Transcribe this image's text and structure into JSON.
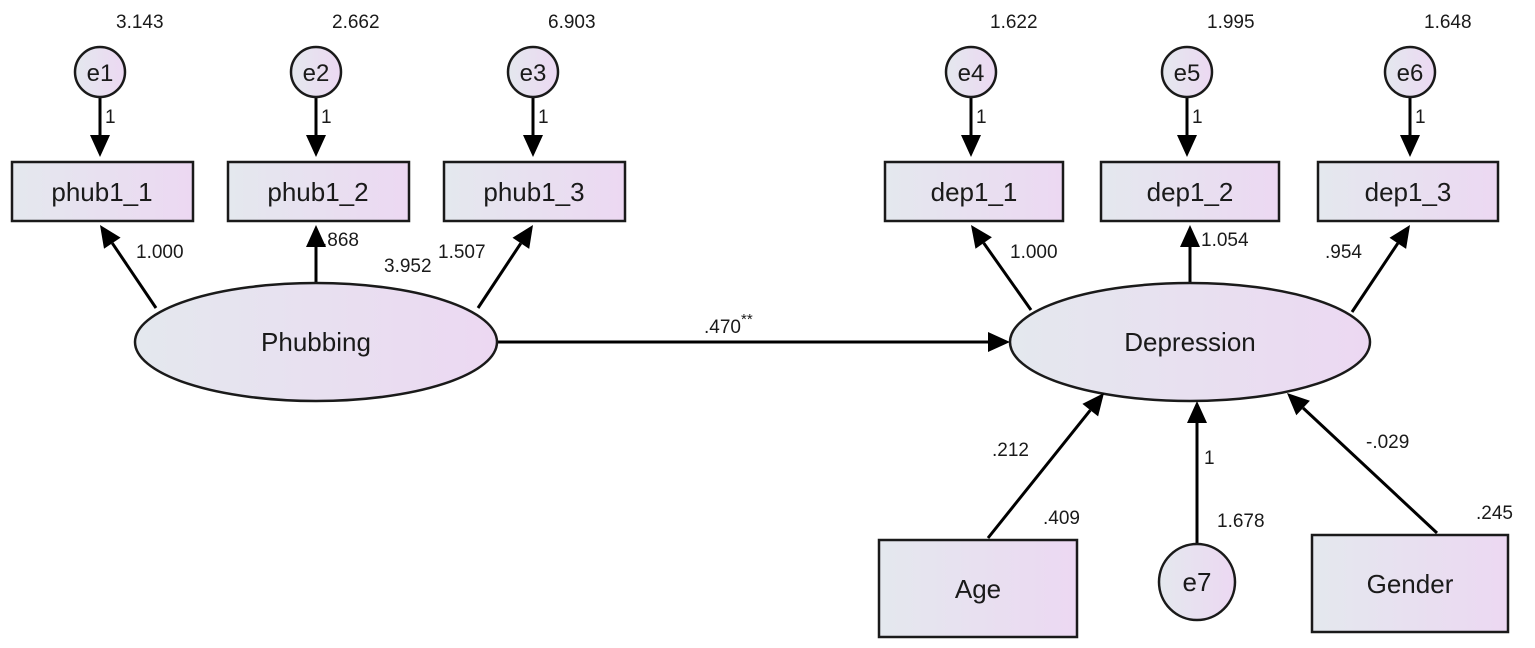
{
  "observed": {
    "phub1_1": "phub1_1",
    "phub1_2": "phub1_2",
    "phub1_3": "phub1_3",
    "dep1_1": "dep1_1",
    "dep1_2": "dep1_2",
    "dep1_3": "dep1_3",
    "age": "Age",
    "gender": "Gender"
  },
  "latent": {
    "phubbing": "Phubbing",
    "depression": "Depression"
  },
  "errors": {
    "e1": "e1",
    "e2": "e2",
    "e3": "e3",
    "e4": "e4",
    "e5": "e5",
    "e6": "e6",
    "e7": "e7"
  },
  "variances": {
    "e1": "3.143",
    "e2": "2.662",
    "e3": "6.903",
    "e4": "1.622",
    "e5": "1.995",
    "e6": "1.648",
    "e7": "1.678",
    "phubbing": "3.952",
    "age": ".409",
    "gender": ".245"
  },
  "fixed_paths": {
    "e1": "1",
    "e2": "1",
    "e3": "1",
    "e4": "1",
    "e5": "1",
    "e6": "1",
    "e7": "1"
  },
  "loadings": {
    "phub1_1": "1.000",
    "phub1_2": ".868",
    "phub1_3": "1.507",
    "dep1_1": "1.000",
    "dep1_2": "1.054",
    "dep1_3": ".954"
  },
  "structural": {
    "phubbing_depression": ".470",
    "phubbing_depression_sig": "**",
    "age_depression": ".212",
    "gender_depression": "-.029"
  },
  "colors": {
    "fill_start": "#e4e8ee",
    "fill_end": "#ecd8f2",
    "stroke": "#1a1a1a"
  }
}
